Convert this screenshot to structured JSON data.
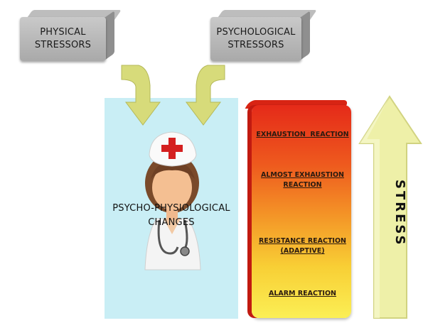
{
  "stressors": {
    "physical": [
      "PHYSICAL",
      "STRESSORS"
    ],
    "psychological": [
      "PSYCHOLOGICAL",
      "STRESSORS"
    ]
  },
  "center_label": [
    "PSYCHO-PHYSIOLOGICAL",
    "CHANGES"
  ],
  "stages": {
    "exhaustion": [
      "EXHAUSTION  REACTION"
    ],
    "almost_exhaustion": [
      "ALMOST EXHAUSTION",
      "REACTION"
    ],
    "resistance": [
      "RESISTANCE REACTION",
      "(ADAPTIVE)"
    ],
    "alarm": [
      "ALARM REACTION"
    ]
  },
  "stress_arrow_label": "STRESS",
  "colors": {
    "stressor_box": "#b5b5b5",
    "panel": "#c9eef5",
    "curved_arrow": "#d7db7a",
    "stress_arrow": "#eef0a8",
    "gradient_top": "#e52a19",
    "gradient_bottom": "#fbef55",
    "nurse_cross": "#d41f1f"
  },
  "icons": [
    "curved-arrow-icon",
    "nurse-icon",
    "stethoscope-icon",
    "up-arrow-icon"
  ]
}
